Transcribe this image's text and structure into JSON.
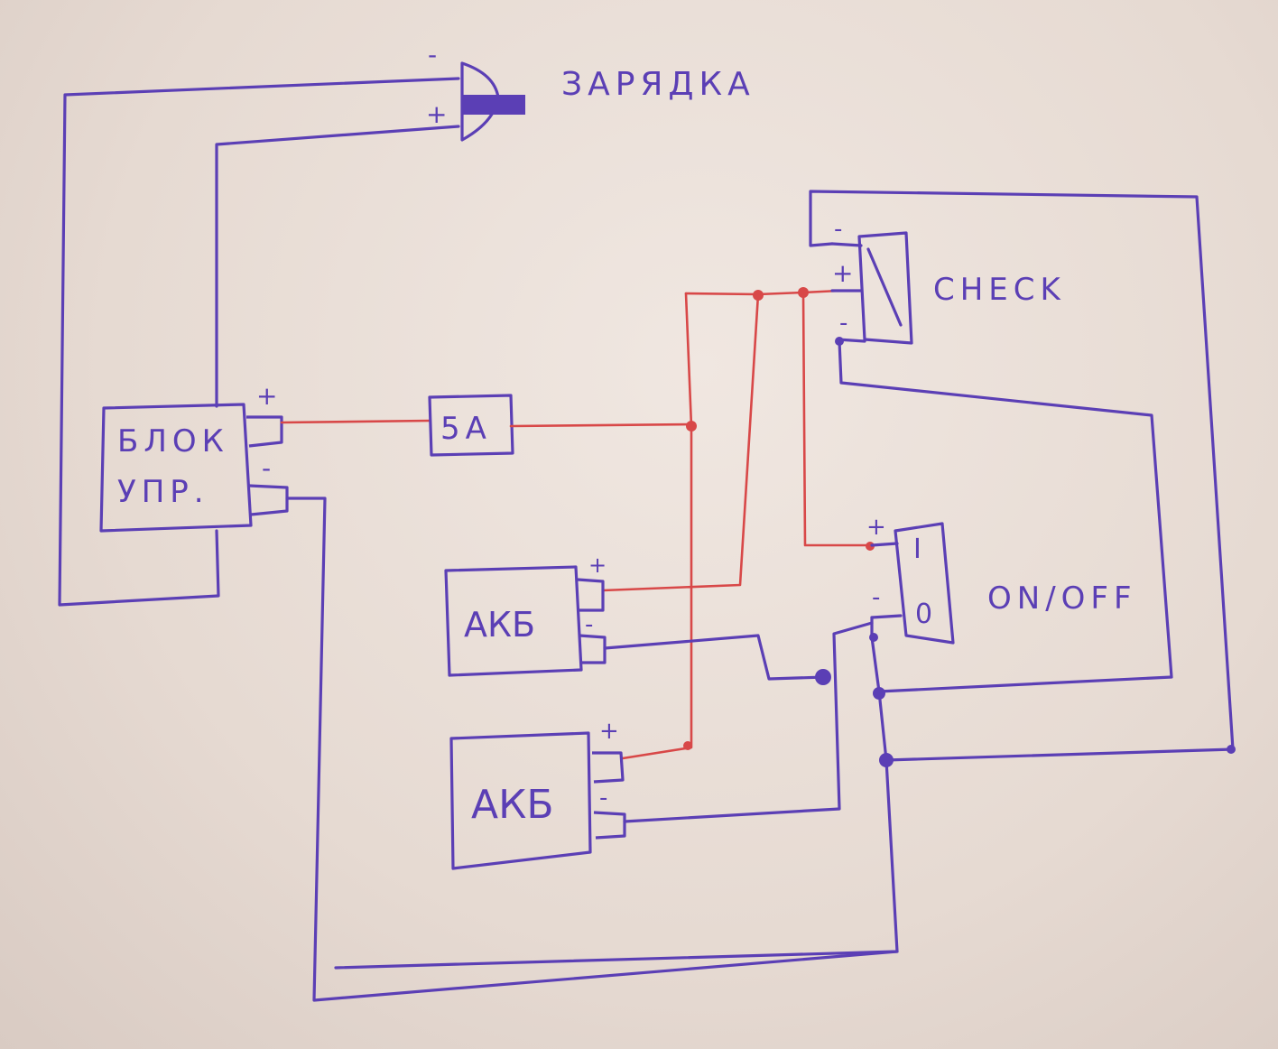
{
  "colors": {
    "ink_blue": "#5b3fb5",
    "ink_red": "#d84848",
    "paper": "#ece2dc"
  },
  "labels": {
    "charger": "ЗАРЯДКА",
    "control_unit_line1": "БЛОК",
    "control_unit_line2": "УПР.",
    "fuse": "5A",
    "battery_1": "АКБ",
    "battery_2": "АКБ",
    "check": "CHECK",
    "switch": "ON/OFF",
    "switch_pos_on": "I",
    "switch_pos_off": "0"
  },
  "polarity": {
    "plus": "+",
    "minus": "-"
  }
}
